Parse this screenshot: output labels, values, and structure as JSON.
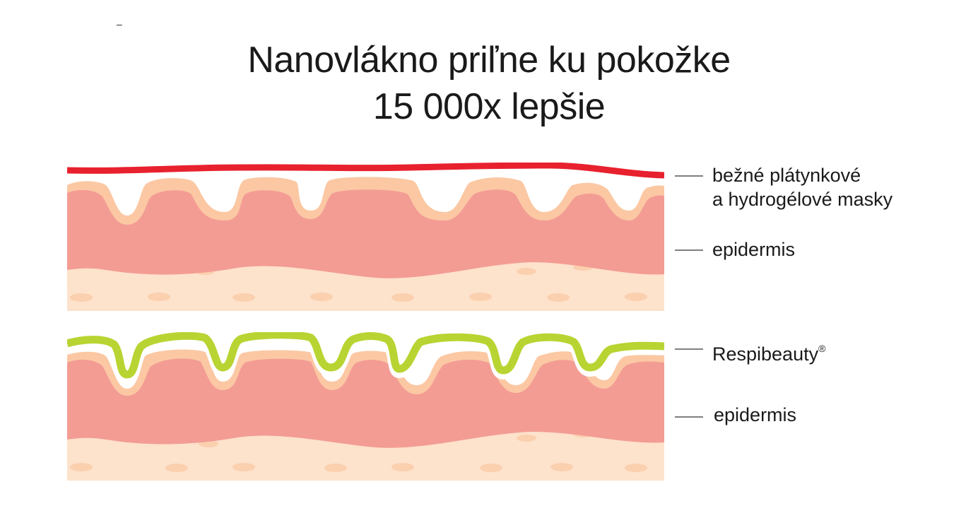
{
  "header": {
    "mark": "–",
    "title_line1": "Nanovlákno priľne ku pokožke",
    "title_line2": "15 000x lepšie"
  },
  "panel_top": {
    "label_mask_line1": "bežné plátynkové",
    "label_mask_line2": "a hydrogélové masky",
    "label_epidermis": "epidermis"
  },
  "panel_bottom": {
    "label_product": "Respibeauty",
    "label_product_mark": "®",
    "label_epidermis": "epidermis"
  },
  "colors": {
    "red_mask": "#e8212e",
    "green_mask": "#b8d432",
    "epidermis": "#f39c94",
    "stratum": "#fbc8a3",
    "dermis": "#fde2cc",
    "dots": "#fbd0ae",
    "leader": "#333333"
  }
}
